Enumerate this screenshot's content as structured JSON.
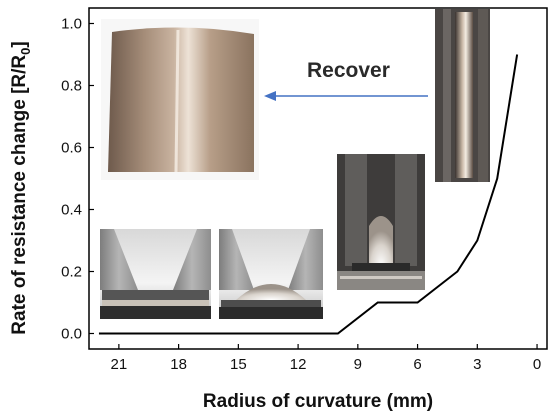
{
  "chart_data": {
    "type": "line",
    "xlabel": "Radius of curvature (mm)",
    "ylabel_main": "Rate of resistance change [R/R",
    "ylabel_sub": "0",
    "ylabel_end": "]",
    "x_reversed": true,
    "xlim": [
      22.5,
      -0.5
    ],
    "ylim": [
      -0.05,
      1.05
    ],
    "x_ticks": [
      21,
      18,
      15,
      12,
      9,
      6,
      3,
      0
    ],
    "x_tick_labels": [
      "21",
      "18",
      "15",
      "12",
      "9",
      "6",
      "3",
      "0"
    ],
    "y_ticks": [
      0.0,
      0.2,
      0.4,
      0.6,
      0.8,
      1.0
    ],
    "y_tick_labels": [
      "0.0",
      "0.2",
      "0.4",
      "0.6",
      "0.8",
      "1.0"
    ],
    "series": [
      {
        "color": "#000000",
        "x": [
          22,
          10,
          8,
          6,
          4,
          3,
          2,
          1
        ],
        "y": [
          0.0,
          0.0,
          0.1,
          0.1,
          0.2,
          0.3,
          0.5,
          0.9
        ]
      }
    ],
    "annotation": {
      "text": "Recover",
      "arrow_color": "#4472c4"
    },
    "inset_photos": [
      "large-bent-sample-photo",
      "flat-sample-vertical-photo",
      "sample-in-vise-flat-photo",
      "sample-in-vise-slight-bend-photo",
      "sample-in-vise-tight-bend-photo"
    ]
  }
}
